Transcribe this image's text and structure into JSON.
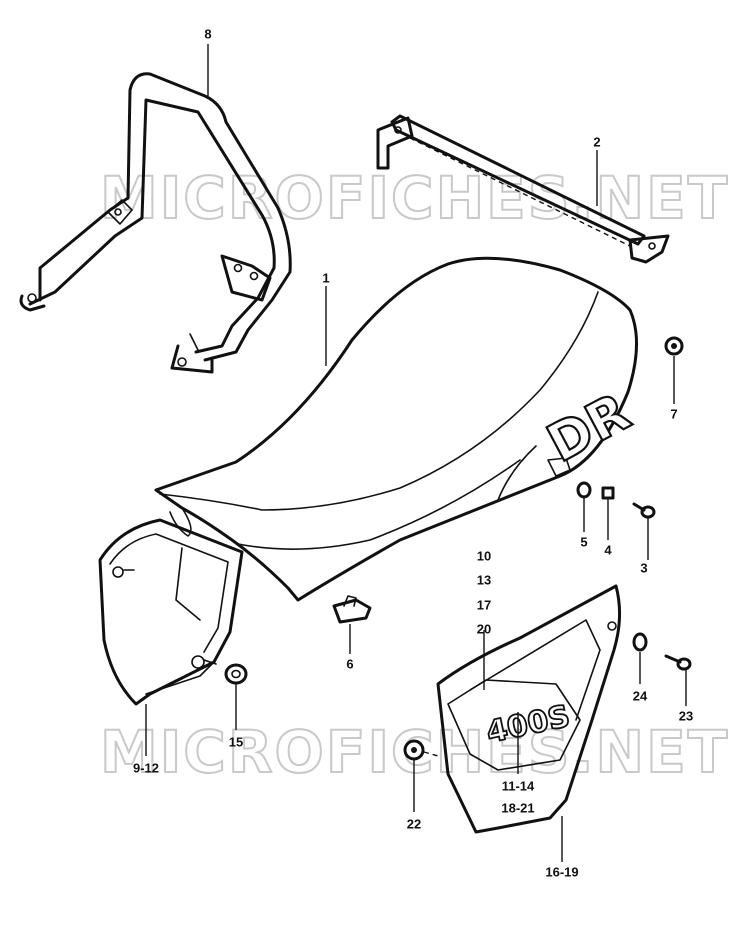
{
  "watermark": {
    "top": "MICROFICHES.NET",
    "bottom": "MICROFICHES.NET"
  },
  "seat_emblem": "DR",
  "cover_emblem": "400S",
  "callouts": {
    "c1": "1",
    "c2": "2",
    "c3": "3",
    "c4": "4",
    "c5": "5",
    "c6": "6",
    "c7": "7",
    "c8": "8",
    "c9_12": "9-12",
    "c10": "10",
    "c13": "13",
    "c17": "17",
    "c20": "20",
    "c11_14": "11-14",
    "c18_21": "18-21",
    "c15": "15",
    "c16_19": "16-19",
    "c22": "22",
    "c23": "23",
    "c24": "24"
  }
}
